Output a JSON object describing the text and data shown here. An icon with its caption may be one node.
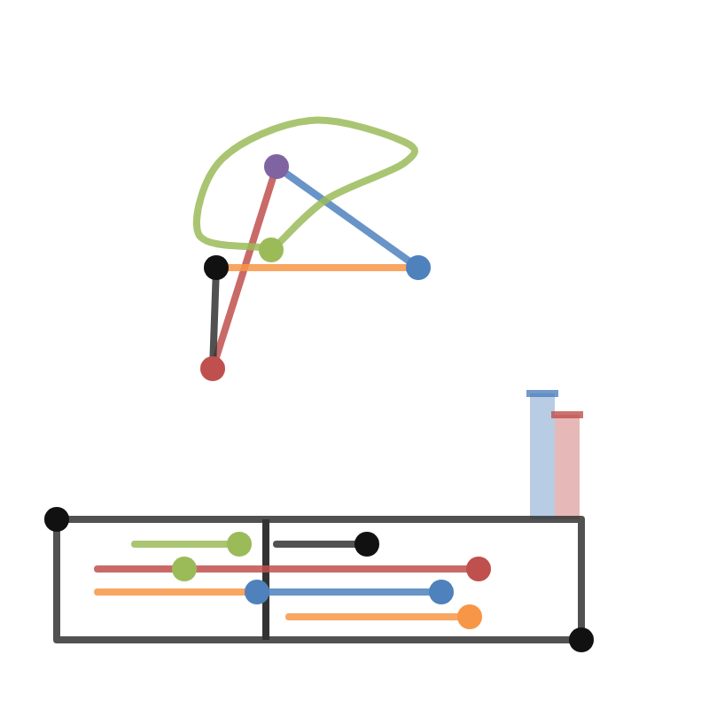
{
  "diagram": {
    "nodes": [
      {
        "text": [],
        "shape": "circle"
      },
      {
        "text": [],
        "shape": "circle"
      },
      {
        "text": [],
        "shape": "circle"
      },
      {
        "text": [],
        "shape": "circle"
      },
      {
        "text": [],
        "shape": "circle"
      },
      {
        "text": [],
        "shape": "circle"
      },
      {
        "text": [],
        "shape": "circle"
      },
      {
        "text": [],
        "shape": "circle"
      },
      {
        "text": [],
        "shape": "circle"
      },
      {
        "text": [],
        "shape": "circle"
      },
      {
        "text": [],
        "shape": "circle"
      },
      {
        "text": [],
        "shape": "circle"
      },
      {
        "text": [],
        "shape": "circle"
      },
      {
        "text": [],
        "shape": "circle"
      }
    ],
    "edges": [
      {
        "from": 0,
        "to": 4,
        "arrow": "none",
        "color": "#c0504d"
      },
      {
        "from": 0,
        "to": 3,
        "arrow": "none",
        "color": "#4f81bd"
      },
      {
        "from": 1,
        "to": 3,
        "arrow": "none",
        "color": "#f79646"
      },
      {
        "from": 1,
        "to": 4,
        "arrow": "none",
        "color": "#333333"
      },
      {
        "from": 2,
        "to": 2,
        "arrow": "none",
        "color": "#9bbb59"
      },
      {
        "from": 5,
        "to": 13,
        "arrow": "none",
        "color": "#333333"
      },
      {
        "from": 5,
        "to": 13,
        "arrow": "none",
        "color": "#333333"
      },
      {
        "from": null,
        "to": 6,
        "arrow": "none",
        "color": "#9bbb59"
      },
      {
        "from": null,
        "to": 7,
        "arrow": "none",
        "color": "#333333"
      },
      {
        "from": null,
        "to": 9,
        "arrow": "none",
        "color": "#c0504d"
      },
      {
        "from": null,
        "to": 10,
        "arrow": "none",
        "color": "#f79646"
      },
      {
        "from": 10,
        "to": 11,
        "arrow": "none",
        "color": "#4f81bd"
      },
      {
        "from": null,
        "to": 12,
        "arrow": "none",
        "color": "#f79646"
      }
    ]
  }
}
